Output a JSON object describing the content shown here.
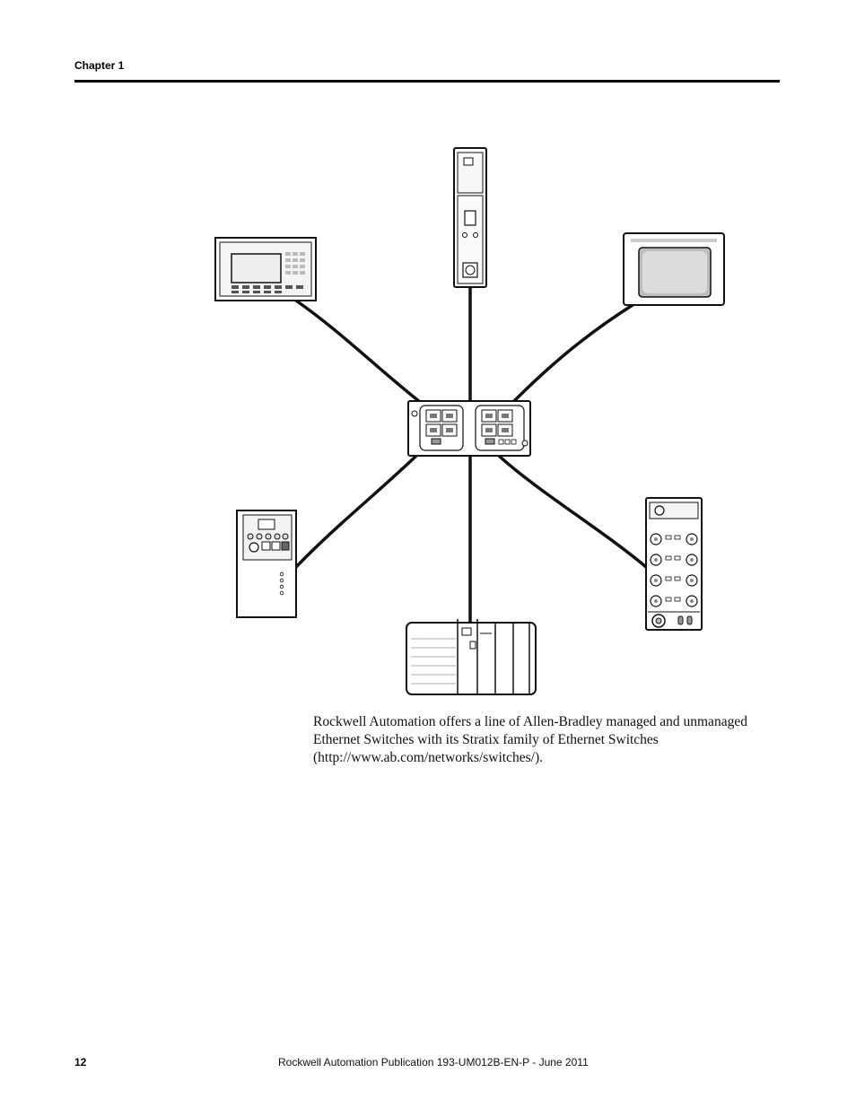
{
  "header": {
    "chapter": "Chapter 1"
  },
  "body": {
    "paragraph": "Rockwell Automation offers a line of Allen-Bradley managed and unmanaged Ethernet Switches with its Stratix family of Ethernet Switches (http://www.ab.com/networks/switches/)."
  },
  "figure": {
    "devices": [
      "hmi-terminal",
      "controller-module",
      "touchscreen-panel",
      "drive",
      "plc-chassis",
      "io-block"
    ],
    "hub": "ethernet-switch"
  },
  "footer": {
    "page_number": "12",
    "publication": "Rockwell Automation Publication 193-UM012B-EN-P - June 2011"
  }
}
